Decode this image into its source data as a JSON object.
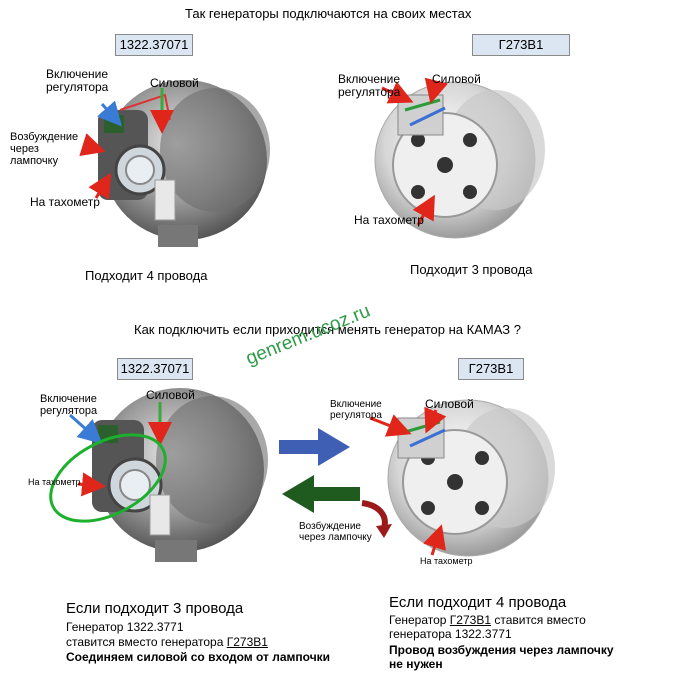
{
  "top_title": "Так генераторы подключаются на своих местах",
  "middle_question": "Как подключить если приходится менять генератор на КАМАЗ ?",
  "watermark": "genrem.ucoz.ru",
  "top_left": {
    "model": "1322.37071",
    "label_regulator": "Включение регулятора",
    "label_excitation": "Возбуждение через лампочку",
    "label_power": "Силовой",
    "label_tacho": "На тахометр",
    "caption": "Подходит 4 провода"
  },
  "top_right": {
    "model": "Г273В1",
    "label_regulator": "Включение регулятора",
    "label_power": "Силовой",
    "label_tacho": "На тахометр",
    "caption": "Подходит 3 провода"
  },
  "bottom_left": {
    "model": "1322.37071",
    "label_regulator": "Включение регулятора",
    "label_power": "Силовой",
    "label_tacho": "На тахометр",
    "heading": "Если подходит 3 провода",
    "line1_a": "Генератор 1322.3771",
    "line2_a": "ставится вместо генератора ",
    "line2_b": "Г273В1",
    "bold_line": "Соединяем силовой со входом от лампочки"
  },
  "bottom_right": {
    "model": "Г273В1",
    "label_regulator": "Включение регулятора",
    "label_power": "Силовой",
    "label_excitation": "Возбуждение через лампочку",
    "label_tacho": "На тахометр",
    "heading": "Если подходит 4 провода",
    "line1_a": "Генератор ",
    "line1_b": "Г273В1",
    "line1_c": " ставится вместо",
    "line2": "генератора 1322.3771",
    "bold_line1": "Провод возбуждения через лампочку",
    "bold_line2": "не нужен"
  },
  "colors": {
    "box_fill": "#dbe6f2",
    "arrow_blue": "#3f5fb5",
    "arrow_green": "#1f5a1f",
    "arrow_red": "#e0251b",
    "ellipse_green": "#1cb02c",
    "curve_red": "#9b1a1a",
    "watermark": "#2f9b46"
  }
}
